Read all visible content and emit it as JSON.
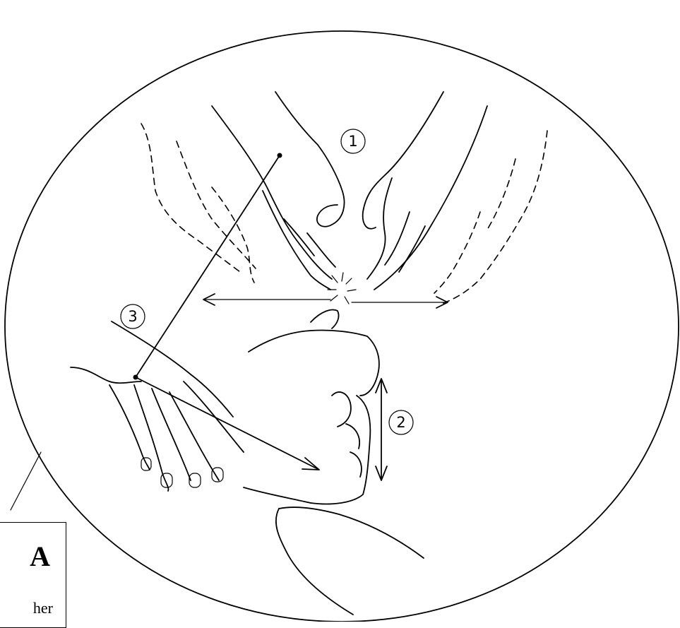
{
  "callouts": {
    "one": "1",
    "two": "2",
    "three": "3"
  },
  "label_box": {
    "letter": "A",
    "partial_text": "her"
  },
  "colors": {
    "ink": "#000000",
    "background": "#ffffff"
  }
}
